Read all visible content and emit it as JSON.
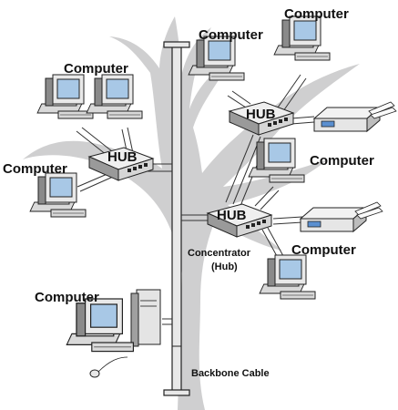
{
  "labels": {
    "computer_top_center": "Computer",
    "computer_top_right": "Computer",
    "computer_left_top": "Computer",
    "computer_left_mid": "Computer",
    "computer_right_mid": "Computer",
    "computer_right_lower": "Computer",
    "computer_bottom_left": "Computer",
    "hub_left": "HUB",
    "hub_right_top": "HUB",
    "hub_center": "HUB",
    "concentrator_line1": "Concentrator",
    "concentrator_line2": "(Hub)",
    "backbone_cable": "Backbone Cable"
  },
  "colors": {
    "tree": "#cfcfd0",
    "device_body": "#e6e6e6",
    "device_dark": "#7f7f7f",
    "screen": "#a8c8e6",
    "outline": "#222222",
    "accent_blue": "#5a8fd0"
  },
  "icons": {
    "computer": "desktop-computer-icon",
    "hub": "network-hub-icon",
    "printer": "printer-icon",
    "tower": "tower-pc-icon"
  }
}
